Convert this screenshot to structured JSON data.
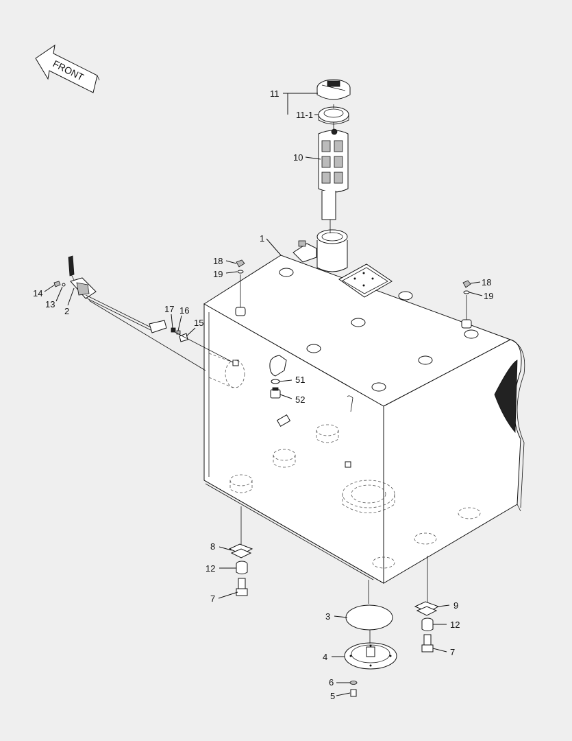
{
  "front_arrow": {
    "text": "FRONT"
  },
  "callouts": [
    {
      "id": "c-11",
      "text": "11"
    },
    {
      "id": "c-11-1",
      "text": "11-1"
    },
    {
      "id": "c-10",
      "text": "10"
    },
    {
      "id": "c-1",
      "text": "1"
    },
    {
      "id": "c-18a",
      "text": "18"
    },
    {
      "id": "c-19a",
      "text": "19"
    },
    {
      "id": "c-18b",
      "text": "18"
    },
    {
      "id": "c-19b",
      "text": "19"
    },
    {
      "id": "c-14",
      "text": "14"
    },
    {
      "id": "c-13",
      "text": "13"
    },
    {
      "id": "c-2",
      "text": "2"
    },
    {
      "id": "c-17",
      "text": "17"
    },
    {
      "id": "c-16",
      "text": "16"
    },
    {
      "id": "c-15",
      "text": "15"
    },
    {
      "id": "c-51",
      "text": "51"
    },
    {
      "id": "c-52",
      "text": "52"
    },
    {
      "id": "c-8",
      "text": "8"
    },
    {
      "id": "c-12a",
      "text": "12"
    },
    {
      "id": "c-7a",
      "text": "7"
    },
    {
      "id": "c-3",
      "text": "3"
    },
    {
      "id": "c-9",
      "text": "9"
    },
    {
      "id": "c-12b",
      "text": "12"
    },
    {
      "id": "c-7b",
      "text": "7"
    },
    {
      "id": "c-4",
      "text": "4"
    },
    {
      "id": "c-6",
      "text": "6"
    },
    {
      "id": "c-5",
      "text": "5"
    }
  ]
}
